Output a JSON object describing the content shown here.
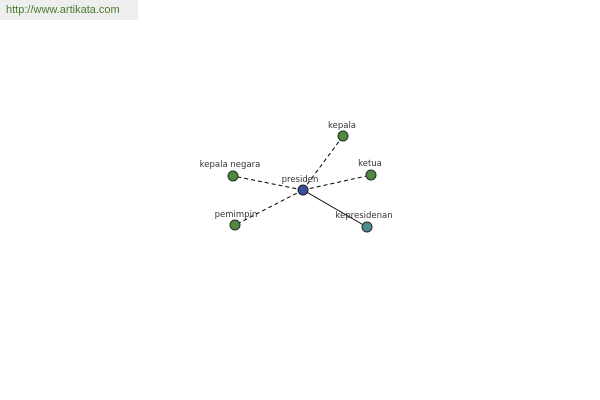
{
  "header": {
    "url_text": "http://www.artikata.com"
  },
  "graph": {
    "center": {
      "id": "presiden",
      "label": "presiden",
      "color": "#3d4f9a"
    },
    "nodes": [
      {
        "id": "kepala",
        "label": "kepala",
        "color": "#4e8a3f",
        "edge": "dashed"
      },
      {
        "id": "kepala-negara",
        "label": "kepala negara",
        "color": "#4e8a3f",
        "edge": "dashed"
      },
      {
        "id": "ketua",
        "label": "ketua",
        "color": "#4e8a3f",
        "edge": "dashed"
      },
      {
        "id": "pemimpin",
        "label": "pemimpin",
        "color": "#4e8a3f",
        "edge": "dashed"
      },
      {
        "id": "kepresidenan",
        "label": "kepresidenan",
        "color": "#4f8c8f",
        "edge": "solid"
      }
    ]
  }
}
